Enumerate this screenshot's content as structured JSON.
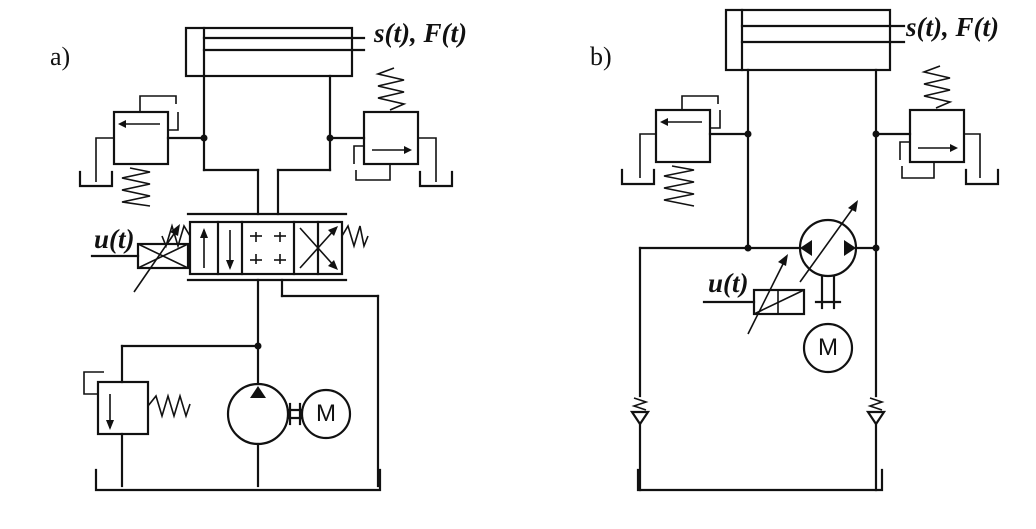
{
  "panel_a": {
    "label": "a)",
    "output_signal": "s(t), F(t)",
    "input_signal": "u(t)",
    "motor": "M"
  },
  "panel_b": {
    "label": "b)",
    "output_signal": "s(t), F(t)",
    "input_signal": "u(t)",
    "motor": "M"
  },
  "colors": {
    "line": "#111111",
    "background": "#ffffff"
  },
  "icons": [
    "double-acting-cylinder",
    "pressure-relief-valve",
    "spring",
    "proportional-directional-valve",
    "solenoid-actuator",
    "hydraulic-pump",
    "electric-motor",
    "variable-displacement-pump",
    "check-valve",
    "tank-symbol"
  ]
}
